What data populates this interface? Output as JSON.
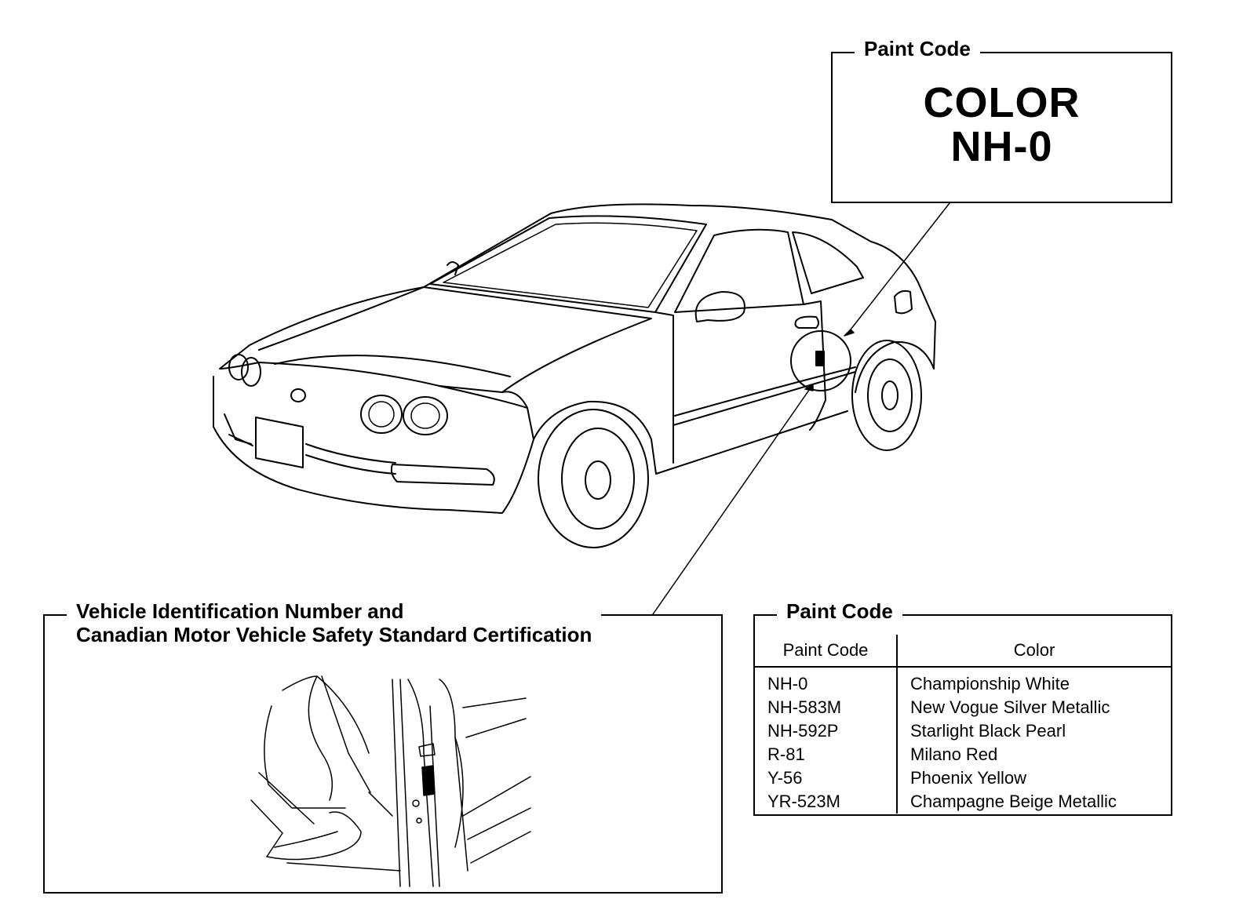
{
  "paint_code_top": {
    "title": "Paint Code",
    "color_line1": "COLOR",
    "color_line2": "NH-0"
  },
  "vin_box": {
    "title_line1": "Vehicle Identification Number and",
    "title_line2": "Canadian Motor Vehicle Safety Standard Certification"
  },
  "paint_code_table": {
    "title": "Paint Code",
    "headers": [
      "Paint Code",
      "Color"
    ],
    "rows": [
      {
        "code": "NH-0",
        "color": "Championship White"
      },
      {
        "code": "NH-583M",
        "color": "New Vogue Silver Metallic"
      },
      {
        "code": "NH-592P",
        "color": "Starlight Black Pearl"
      },
      {
        "code": "R-81",
        "color": "Milano Red"
      },
      {
        "code": "Y-56",
        "color": "Phoenix Yellow"
      },
      {
        "code": "YR-523M",
        "color": "Champagne Beige Metallic"
      }
    ]
  }
}
